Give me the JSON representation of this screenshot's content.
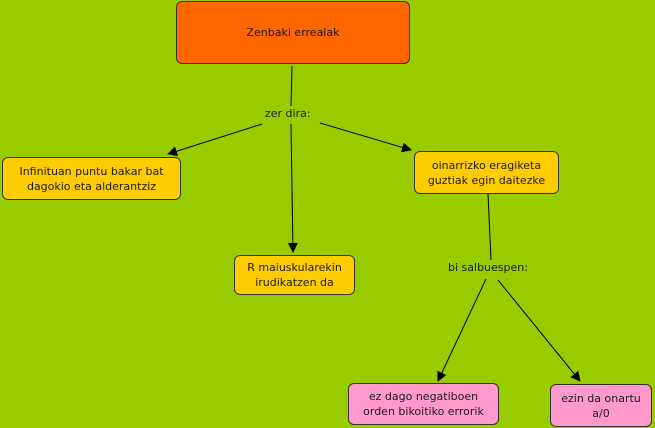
{
  "colors": {
    "background": "#99cc00",
    "root": "#ff6600",
    "concept": "#ffcc00",
    "exception": "#ff99cc"
  },
  "nodes": {
    "root": "Zenbaki errealak",
    "infinite": "Infinituan puntu bakar bat dagokio eta alderantziz",
    "operations": "oinarrizko eragiketa guztiak egin daitezke",
    "symbol": "R maiuskularekin irudikatzen da",
    "exception_negative": "ez dago negatiboen orden bikoitiko errorik",
    "exception_zero": "ezin da onartu a/0"
  },
  "links": {
    "what_are": "zer dira:",
    "two_exceptions": "bi salbuespen:"
  }
}
